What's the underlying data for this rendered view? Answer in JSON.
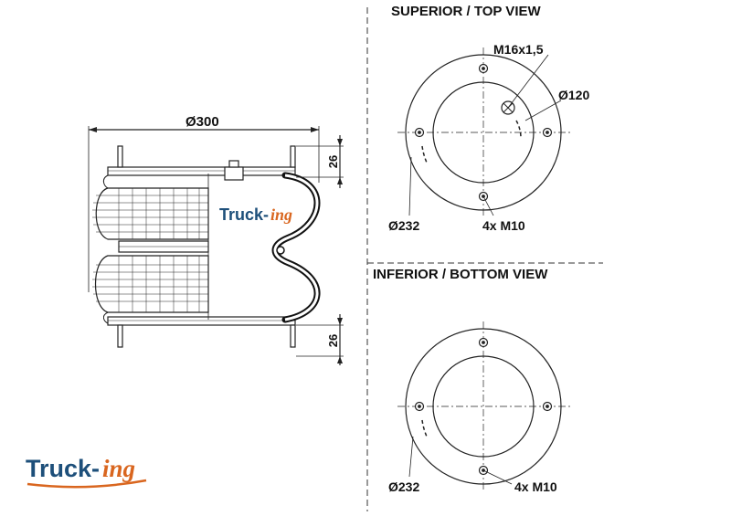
{
  "headings": {
    "top_view": "SUPERIOR / TOP VIEW",
    "bottom_view": "INFERIOR / BOTTOM VIEW"
  },
  "side_view": {
    "diameter": "Ø300",
    "height_top": "26",
    "height_bottom": "26"
  },
  "top_view": {
    "thread": "M16x1,5",
    "inner_diameter": "Ø120",
    "bolt_circle": "Ø232",
    "bolts": "4x M10"
  },
  "bottom_view": {
    "bolt_circle": "Ø232",
    "bolts": "4x M10"
  },
  "brand": {
    "name_part1": "Truck-",
    "name_part2": "ing"
  },
  "colors": {
    "brand_blue": "#1d4f7a",
    "brand_orange": "#d9661f",
    "line": "#222222"
  }
}
